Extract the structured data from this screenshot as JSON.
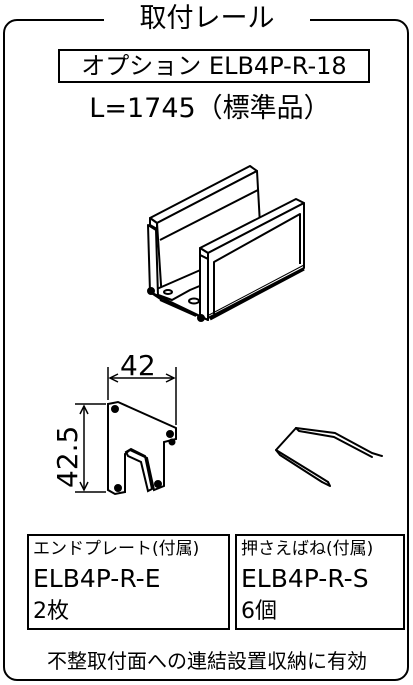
{
  "title": "取付レール",
  "option_label": "オプション ELB4P-R-18",
  "standard_length": "L=1745（標準品）",
  "dimensions": {
    "width": "42",
    "height": "42.5"
  },
  "accessories": [
    {
      "label": "エンドプレート(付属)",
      "code": "ELB4P-R-E",
      "quantity": "2枚"
    },
    {
      "label": "押さえばね(付属)",
      "code": "ELB4P-R-S",
      "quantity": "6個"
    }
  ],
  "note": "不整取付面への連結設置収納に有効"
}
